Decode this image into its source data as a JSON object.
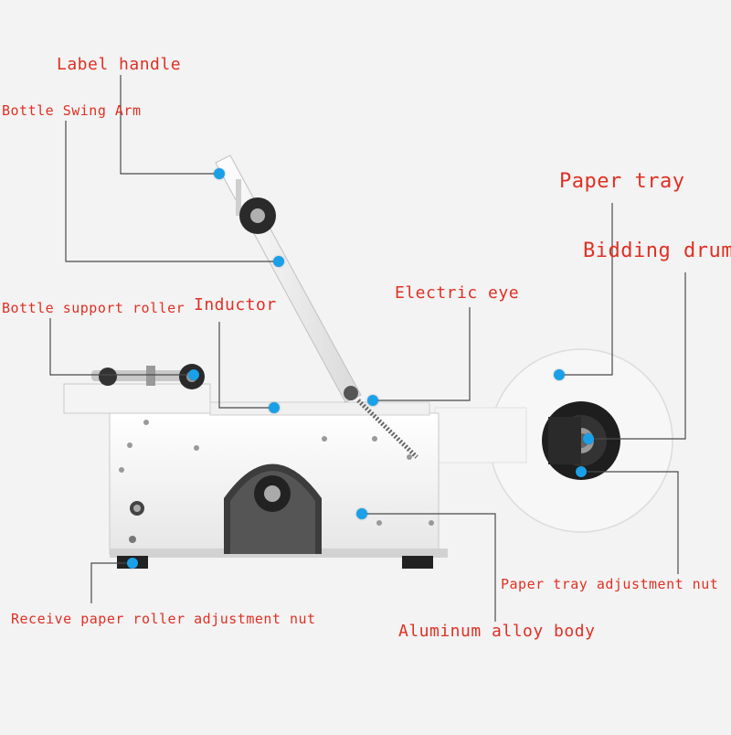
{
  "labels": {
    "label_handle": "Label handle",
    "bottle_swing_arm": "Bottle Swing Arm",
    "paper_tray": "Paper tray",
    "bidding_drum": "Bidding drum",
    "bottle_support_roller": "Bottle support roller",
    "inductor": "Inductor",
    "electric_eye": "Electric eye",
    "paper_tray_adjustment_nut": "Paper tray adjustment nut",
    "receive_paper_roller_adjustment_nut": "Receive paper roller adjustment nut",
    "aluminum_alloy_body": "Aluminum alloy body"
  },
  "colors": {
    "label_text": "#e03024",
    "marker": "#1aa0e8",
    "leader_line": "#4a4a4a",
    "background": "#f3f3f3"
  }
}
